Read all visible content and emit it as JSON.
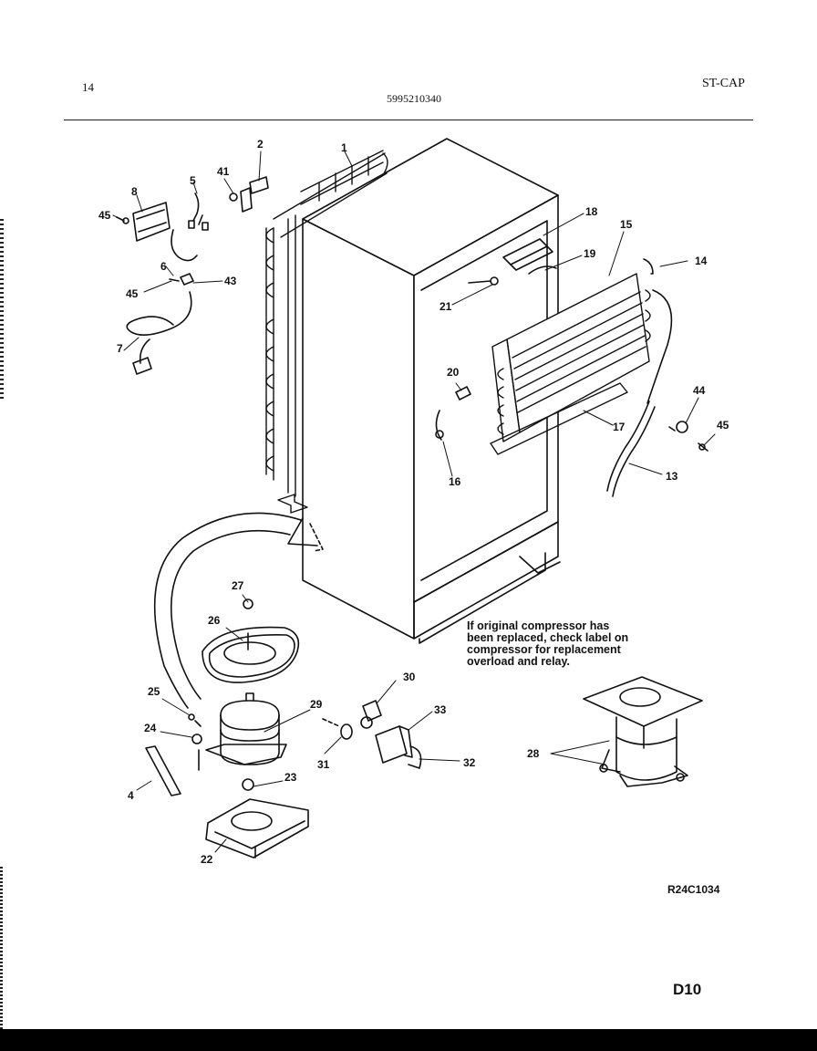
{
  "header": {
    "page_number": "14",
    "model_number": "5995210340",
    "category_code": "ST-CAP"
  },
  "note_lines": [
    "If original compressor has",
    "been replaced, check label on",
    "compressor for replacement",
    "overload and relay."
  ],
  "drawing_code": "R24C1034",
  "page_code": "D10",
  "callouts": {
    "c1": "1",
    "c2": "2",
    "c4": "4",
    "c5": "5",
    "c6": "6",
    "c7": "7",
    "c8": "8",
    "c13": "13",
    "c14": "14",
    "c15": "15",
    "c16": "16",
    "c17": "17",
    "c18": "18",
    "c19": "19",
    "c20": "20",
    "c21": "21",
    "c22": "22",
    "c23": "23",
    "c24": "24",
    "c25": "25",
    "c26": "26",
    "c27": "27",
    "c28": "28",
    "c29": "29",
    "c30": "30",
    "c31": "31",
    "c32": "32",
    "c33": "33",
    "c41": "41",
    "c43": "43",
    "c44": "44",
    "c45a": "45",
    "c45b": "45",
    "c45c": "45"
  }
}
